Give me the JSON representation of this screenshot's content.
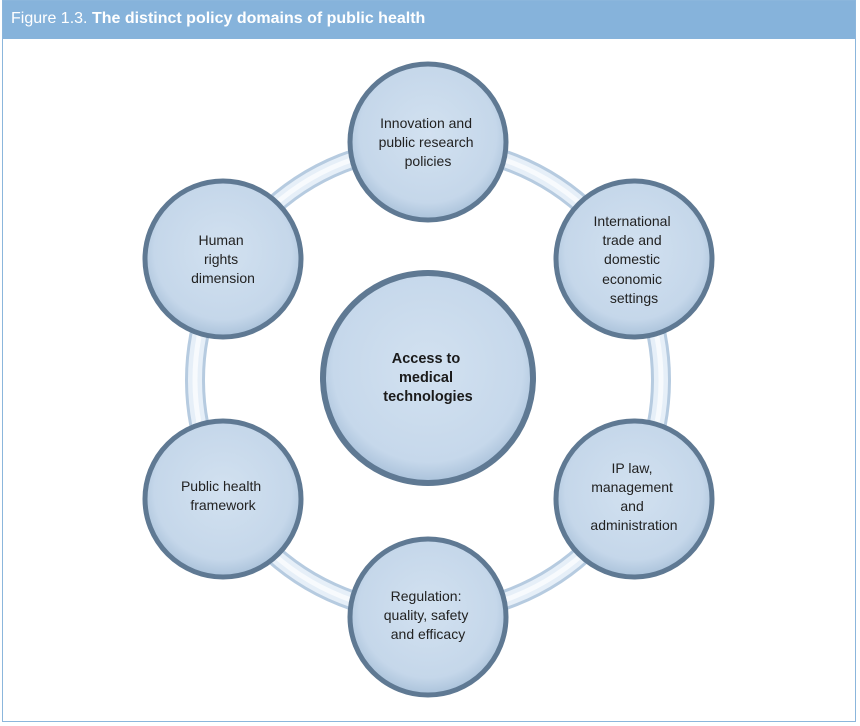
{
  "header": {
    "figure_label": "Figure 1.3.",
    "title": "The distinct policy domains of public health"
  },
  "center": {
    "lines": [
      "Access to",
      "medical",
      "technologies"
    ]
  },
  "nodes": [
    {
      "id": "innovation",
      "lines": [
        "Innovation and",
        "public research",
        "policies"
      ]
    },
    {
      "id": "trade",
      "lines": [
        "International",
        "trade and",
        "domestic",
        "economic",
        "settings"
      ]
    },
    {
      "id": "ip-law",
      "lines": [
        "IP law,",
        "management",
        "and",
        "administration"
      ]
    },
    {
      "id": "regulation",
      "lines": [
        "Regulation:",
        "quality, safety",
        "and efficacy"
      ]
    },
    {
      "id": "public-health",
      "lines": [
        "Public health",
        "framework"
      ]
    },
    {
      "id": "human-rights",
      "lines": [
        "Human",
        "rights",
        "dimension"
      ]
    }
  ],
  "colors": {
    "header_bg": "#86b3db",
    "circle_fill": "#c8d9ec",
    "circle_border": "#5e7892",
    "ring": "#dce8f4"
  }
}
